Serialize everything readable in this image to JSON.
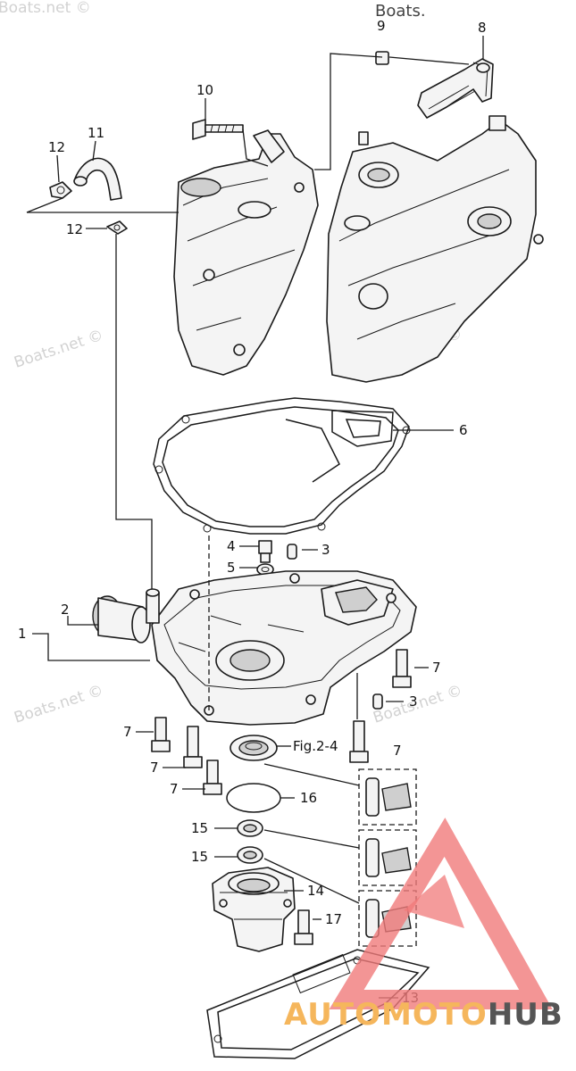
{
  "diagram": {
    "callouts": {
      "c1": "1",
      "c2": "2",
      "c3a": "3",
      "c3b": "3",
      "c4": "4",
      "c5": "5",
      "c6": "6",
      "c7a": "7",
      "c7b": "7",
      "c7c": "7",
      "c7d": "7",
      "c7e": "7",
      "c8": "8",
      "c9": "9",
      "c10": "10",
      "c11": "11",
      "c12a": "12",
      "c12b": "12",
      "c13": "13",
      "c14": "14",
      "c15a": "15",
      "c15b": "15",
      "c16": "16",
      "c17": "17",
      "fig_ref": "Fig.2-4"
    },
    "watermarks": {
      "top": "Boats.net ©",
      "top_right": "Boats.",
      "left_mid": "Boats.net ©",
      "right_mid": "Boats.net ©",
      "left_low": "Boats.net ©",
      "right_low": "Boats.net ©"
    },
    "brand": {
      "part1": "AUTO",
      "part2": "MOTO",
      "part3": "HUB",
      "color_primary": "#f5b65c",
      "color_secondary": "#555555",
      "logo_color": "#f07a7a"
    }
  }
}
